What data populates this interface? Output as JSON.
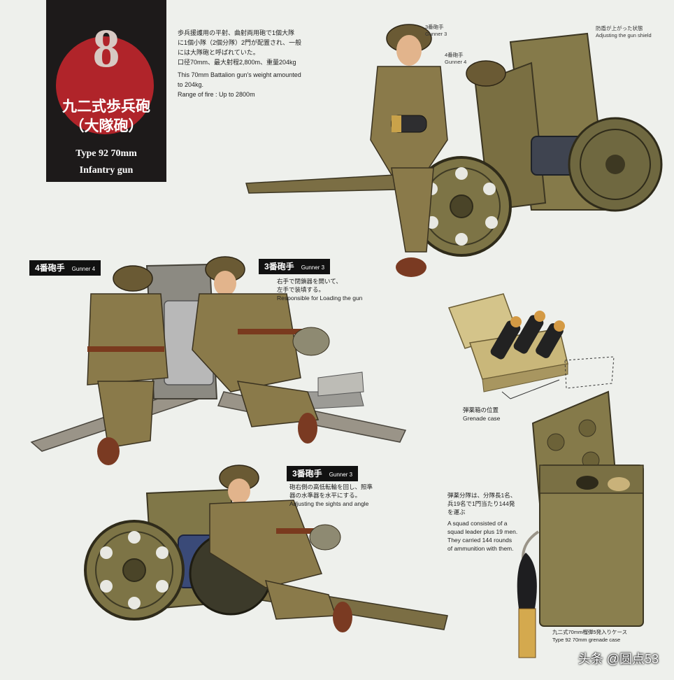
{
  "title": {
    "number": "8",
    "jp_name": "九二式歩兵砲",
    "jp_sub": "（大隊砲）",
    "en_line1": "Type 92  70mm",
    "en_line2": "Infantry gun"
  },
  "description": {
    "jp_lines": [
      "歩兵援護用の平射、曲射両用砲で1個大隊",
      "に1個小隊（2個分隊）2門が配置され、一般",
      "には大隊砲と呼ばれていた。",
      "口径70mm、最大射程2,800m、重量204kg"
    ],
    "en_lines": [
      "This 70mm Battalion gun's weight amounted",
      "to 204kg.",
      "Range of fire : Up to 2800m"
    ]
  },
  "top_labels": {
    "gunner3_jp": "3番砲手",
    "gunner3_en": "Gunner 3",
    "gunner4_jp": "4番砲手",
    "gunner4_en": "Gunner 4",
    "shield_jp": "防盾が上がった状態",
    "shield_en": "Adjusting the gun shield"
  },
  "mid_tags": {
    "gunner4_jp": "4番砲手",
    "gunner4_en": "Gunner 4",
    "gunner3_jp": "3番砲手",
    "gunner3_en": "Gunner 3",
    "gunner3_desc_jp_1": "右手で閉鎖器を開いて、",
    "gunner3_desc_jp_2": "左手で装填する。",
    "gunner3_desc_en": "Responsible for Loading the gun"
  },
  "lower_tag": {
    "gunner3_jp": "3番砲手",
    "gunner3_en": "Gunner 3",
    "desc_jp_1": "砲右側の高低転輪を回し、照準",
    "desc_jp_2": "器の水準器を水平にする。",
    "desc_en": "Adjusting the sights and angle"
  },
  "grenade_case": {
    "jp": "弾薬箱の位置",
    "en": "Grenade case"
  },
  "squad": {
    "jp_1": "弾薬分隊は、分隊長1名、",
    "jp_2": "兵19名で1門当たり144発",
    "jp_3": "を運ぶ",
    "en_1": "A squad consisted of a",
    "en_2": "squad leader plus 19 men.",
    "en_3": "They carried 144 rounds",
    "en_4": "of ammunition with them."
  },
  "ammo_case": {
    "jp": "九二式70mm榴弾5発入りケース",
    "en": "Type 92 70mm grenade case"
  },
  "watermark": "头条 @圆点53",
  "colors": {
    "background": "#eef0ec",
    "title_plate": "#1d1a1a",
    "title_circle": "#b0242a",
    "uniform": "#8a7a4a",
    "gun_olive": "#7d7446",
    "steel": "#3f4450"
  }
}
